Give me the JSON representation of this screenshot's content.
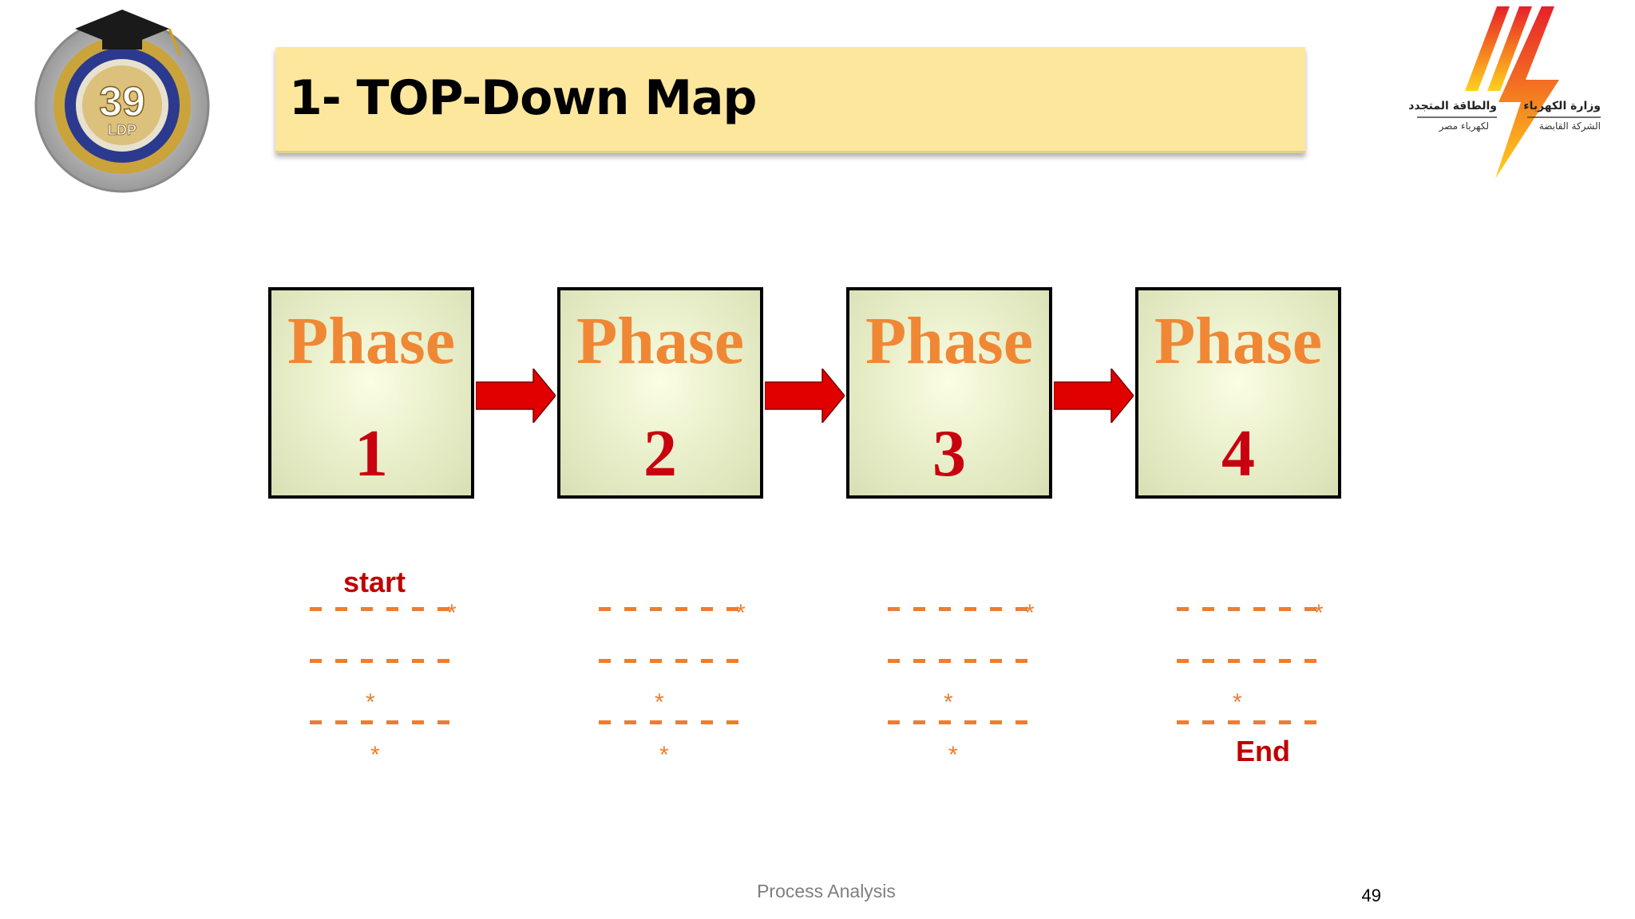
{
  "slide": {
    "title": "1- TOP-Down Map",
    "footer": "Process Analysis",
    "page_number": "49"
  },
  "emblem": {
    "number": "39",
    "letters": "LDP"
  },
  "ministry_logo": {
    "line1_right": "وزارة الكهرباء",
    "line1_left": "والطاقة المتجددة",
    "line2_right": "الشركة القابضة",
    "line2_left": "لكهرباء مصر"
  },
  "phases": [
    {
      "word": "Phase",
      "number": "1"
    },
    {
      "word": "Phase",
      "number": "2"
    },
    {
      "word": "Phase",
      "number": "3"
    },
    {
      "word": "Phase",
      "number": "4"
    }
  ],
  "markers": {
    "star": "*",
    "start_label": "start",
    "end_label": "End"
  },
  "colors": {
    "phase_word": "#f08735",
    "phase_number": "#c8000f",
    "arrow": "#e00000",
    "dash": "#ed7d31",
    "banner": "#fde79d"
  }
}
